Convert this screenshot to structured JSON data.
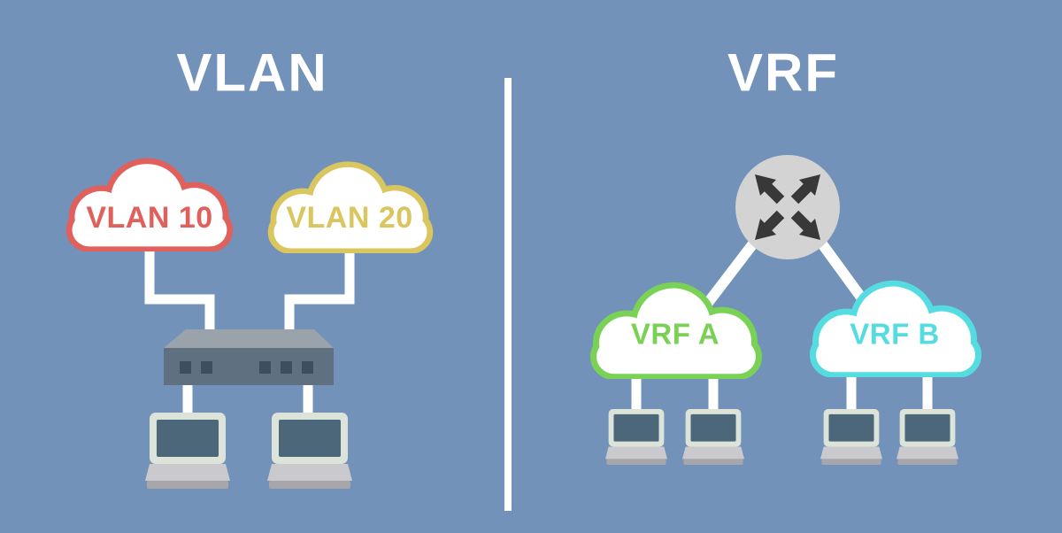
{
  "canvas": {
    "background_color": "#7392b9",
    "divider_color": "#ffffff",
    "title_color": "#ffffff"
  },
  "left_panel": {
    "title": "VLAN",
    "clouds": [
      {
        "label": "VLAN 10",
        "color": "#e0605c"
      },
      {
        "label": "VLAN 20",
        "color": "#d9c65e"
      }
    ],
    "device": {
      "type": "switch",
      "port_count": 5
    },
    "laptop_count": 2
  },
  "right_panel": {
    "title": "VRF",
    "device": {
      "type": "router"
    },
    "clouds": [
      {
        "label": "VRF A",
        "color": "#79d155"
      },
      {
        "label": "VRF B",
        "color": "#55dce0"
      }
    ],
    "laptop_count": 4
  },
  "palette": {
    "cloud_fill": "#ffffff",
    "cable_color": "#ffffff",
    "router_body": "#d3d3d3",
    "router_arrows": "#383838",
    "switch_top": "#9aa2ab",
    "switch_front": "#5f7080",
    "switch_ports": "#3d4f5e",
    "laptop_frame": "#dce4da",
    "laptop_screen": "#4b6779",
    "laptop_deck": "#cacace",
    "laptop_base": "#a7a7ab"
  }
}
